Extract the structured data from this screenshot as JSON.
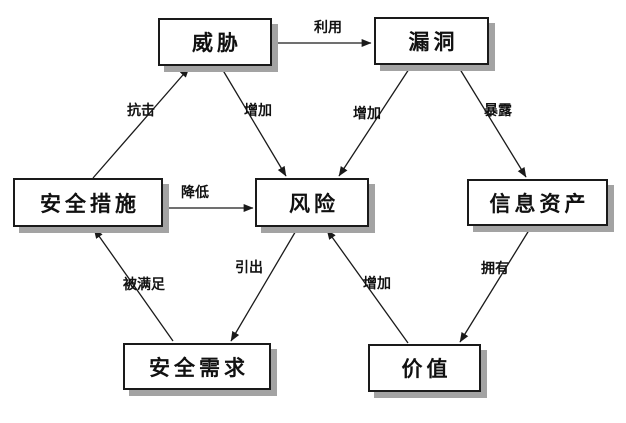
{
  "diagram": {
    "title": "risk-relationship-diagram",
    "nodes": {
      "threat": {
        "label": "威胁"
      },
      "vulnerability": {
        "label": "漏洞"
      },
      "measures": {
        "label": "安全措施"
      },
      "risk": {
        "label": "风险"
      },
      "assets": {
        "label": "信息资产"
      },
      "requirements": {
        "label": "安全需求"
      },
      "value": {
        "label": "价值"
      }
    },
    "edges": {
      "exploit": {
        "label": "利用",
        "from": "threat",
        "to": "vulnerability"
      },
      "resist": {
        "label": "抗击",
        "from": "measures",
        "to": "threat"
      },
      "increase_threat": {
        "label": "增加",
        "from": "threat",
        "to": "risk"
      },
      "increase_vuln": {
        "label": "增加",
        "from": "vulnerability",
        "to": "risk"
      },
      "expose": {
        "label": "暴露",
        "from": "vulnerability",
        "to": "assets"
      },
      "reduce": {
        "label": "降低",
        "from": "measures",
        "to": "risk"
      },
      "satisfied": {
        "label": "被满足",
        "from": "requirements",
        "to": "measures"
      },
      "lead_to": {
        "label": "引出",
        "from": "risk",
        "to": "requirements"
      },
      "increase_value": {
        "label": "增加",
        "from": "value",
        "to": "risk"
      },
      "own": {
        "label": "拥有",
        "from": "assets",
        "to": "value"
      }
    },
    "colors": {
      "line": "#1a1a1a",
      "box_border": "#1a1a1a",
      "box_fill": "#ffffff",
      "shadow": "#a3a3a3",
      "background": "#ffffff"
    }
  }
}
